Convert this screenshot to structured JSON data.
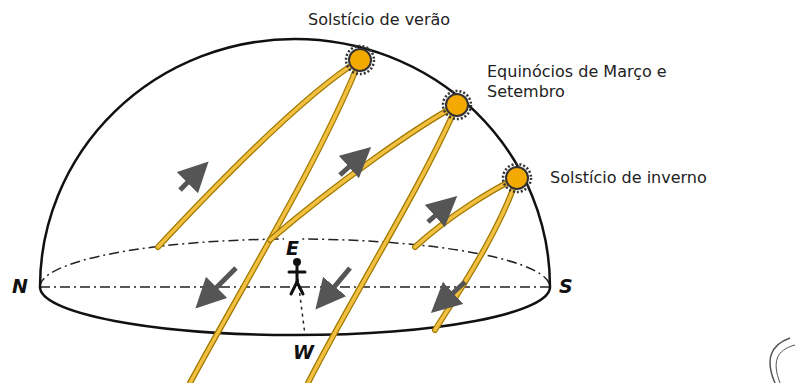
{
  "diagram": {
    "labels": [
      "Solstício de verão",
      "Equinócios de Março e Setembro",
      "Solstício de inverno",
      "E",
      "N",
      "S",
      "W"
    ]
  }
}
